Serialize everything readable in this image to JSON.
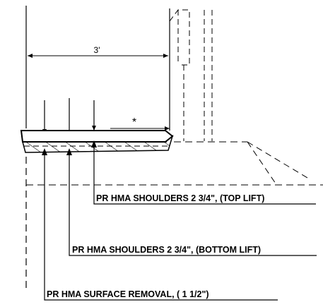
{
  "diagram": {
    "dimension_width": "3'",
    "asterisk": "*",
    "labels": {
      "top_lift": "PR HMA SHOULDERS 2 3/4\", (TOP LIFT)",
      "bottom_lift": "PR HMA SHOULDERS 2 3/4\", (BOTTOM LIFT)",
      "surface_removal": "PR HMA SURFACE REMOVAL, ( 1 1/2\")"
    }
  }
}
